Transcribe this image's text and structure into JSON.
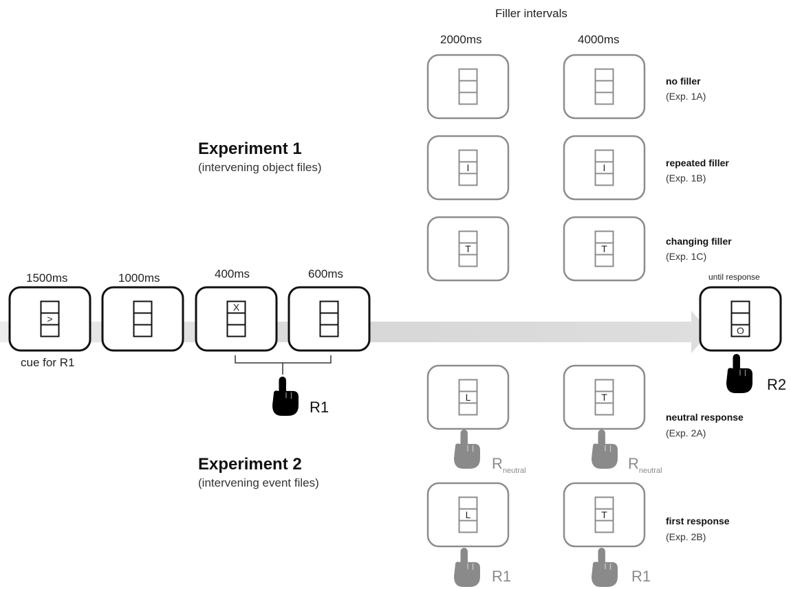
{
  "filler_header": "Filler intervals",
  "filler_cols": [
    "2000ms",
    "4000ms"
  ],
  "conditions": [
    {
      "title": "no filler",
      "sub": "(Exp. 1A)",
      "letters": [
        "",
        ""
      ]
    },
    {
      "title": "repeated filler",
      "sub": "(Exp. 1B)",
      "letters": [
        "I",
        "I"
      ]
    },
    {
      "title": "changing filler",
      "sub": "(Exp. 1C)",
      "letters": [
        "T",
        "T"
      ]
    },
    {
      "title": "neutral response",
      "sub": "(Exp. 2A)",
      "letters": [
        "L",
        "T"
      ]
    },
    {
      "title": "first response",
      "sub": "(Exp. 2B)",
      "letters": [
        "L",
        "T"
      ]
    }
  ],
  "experiment1": {
    "title": "Experiment 1",
    "sub": "(intervening object files)"
  },
  "experiment2": {
    "title": "Experiment 2",
    "sub": "(intervening event files)"
  },
  "timeline": [
    {
      "duration": "1500ms",
      "letter": ">",
      "pos": "middle"
    },
    {
      "duration": "1000ms",
      "letter": "",
      "pos": "middle"
    },
    {
      "duration": "400ms",
      "letter": "X",
      "pos": "top"
    },
    {
      "duration": "600ms",
      "letter": "",
      "pos": "middle"
    }
  ],
  "cue_label": "cue for R1",
  "final": {
    "duration": "until response",
    "letter": "O"
  },
  "responses": {
    "r1": "R1",
    "r2": "R2",
    "neutral_main": "R",
    "neutral_sub": "neutral",
    "first": "R1"
  },
  "colors": {
    "timeline_frame": "#111111",
    "filler_frame": "#8c8c8c",
    "arrow": "#dcdcdc",
    "hand_black": "#000000",
    "hand_gray": "#8a8a8a"
  },
  "icons": [
    "pointing-hand-icon",
    "timeline-arrow"
  ]
}
